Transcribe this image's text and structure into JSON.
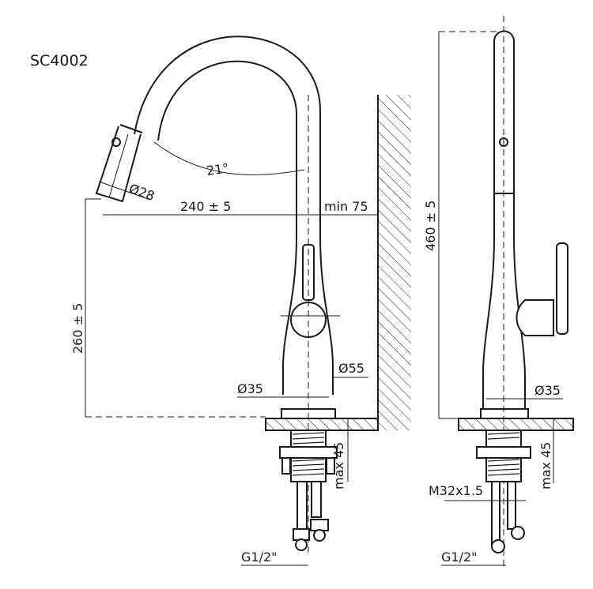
{
  "drawing": {
    "model": "SC4002",
    "front_view": {
      "swivel_angle": "21°",
      "head_diameter": "Ø28",
      "reach": "240 ± 5",
      "wall_clearance": "min 75",
      "spout_height": "260 ± 5",
      "base_diameter_outer": "Ø55",
      "base_diameter_inner": "Ø35",
      "max_counter_thickness": "max 45",
      "hose_thread": "G1/2\""
    },
    "side_view": {
      "total_height": "460 ± 5",
      "base_diameter": "Ø35",
      "max_counter_thickness": "max 45",
      "shank_thread": "M32x1.5",
      "hose_thread": "G1/2\""
    }
  }
}
